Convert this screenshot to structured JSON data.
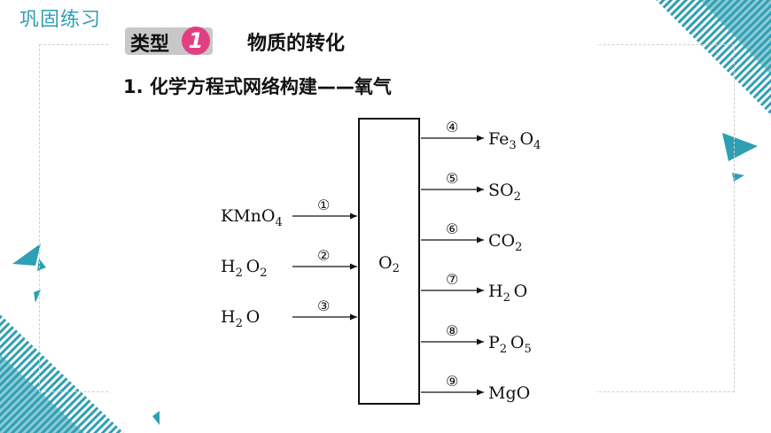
{
  "header": {
    "title": "巩固练习"
  },
  "badge": {
    "label": "类型",
    "number": "1"
  },
  "section": {
    "title": "物质的转化"
  },
  "subtitle": "1. 化学方程式网络构建——氧气",
  "colors": {
    "teal": "#2f9fb3",
    "badge_bg": "#c8c8c8",
    "badge_num": "#e23f83"
  },
  "diagram": {
    "center": {
      "base": "O",
      "sub": "2"
    },
    "reactants": [
      {
        "num": "①",
        "formula": [
          [
            "KMnO",
            ""
          ],
          [
            "4",
            "sub"
          ]
        ]
      },
      {
        "num": "②",
        "formula": [
          [
            "H",
            ""
          ],
          [
            "2",
            "sub"
          ],
          [
            "O",
            ""
          ],
          [
            "2",
            "sub"
          ]
        ]
      },
      {
        "num": "③",
        "formula": [
          [
            "H",
            ""
          ],
          [
            "2",
            "sub"
          ],
          [
            "O",
            ""
          ]
        ]
      }
    ],
    "products": [
      {
        "num": "④",
        "formula": [
          [
            "Fe",
            ""
          ],
          [
            "3",
            "sub"
          ],
          [
            "O",
            ""
          ],
          [
            "4",
            "sub"
          ]
        ]
      },
      {
        "num": "⑤",
        "formula": [
          [
            "SO",
            ""
          ],
          [
            "2",
            "sub"
          ]
        ]
      },
      {
        "num": "⑥",
        "formula": [
          [
            "CO",
            ""
          ],
          [
            "2",
            "sub"
          ]
        ]
      },
      {
        "num": "⑦",
        "formula": [
          [
            "H",
            ""
          ],
          [
            "2",
            "sub"
          ],
          [
            "O",
            ""
          ]
        ]
      },
      {
        "num": "⑧",
        "formula": [
          [
            "P",
            ""
          ],
          [
            "2",
            "sub"
          ],
          [
            "O",
            ""
          ],
          [
            "5",
            "sub"
          ]
        ]
      },
      {
        "num": "⑨",
        "formula": [
          [
            "MgO",
            ""
          ]
        ]
      }
    ]
  }
}
